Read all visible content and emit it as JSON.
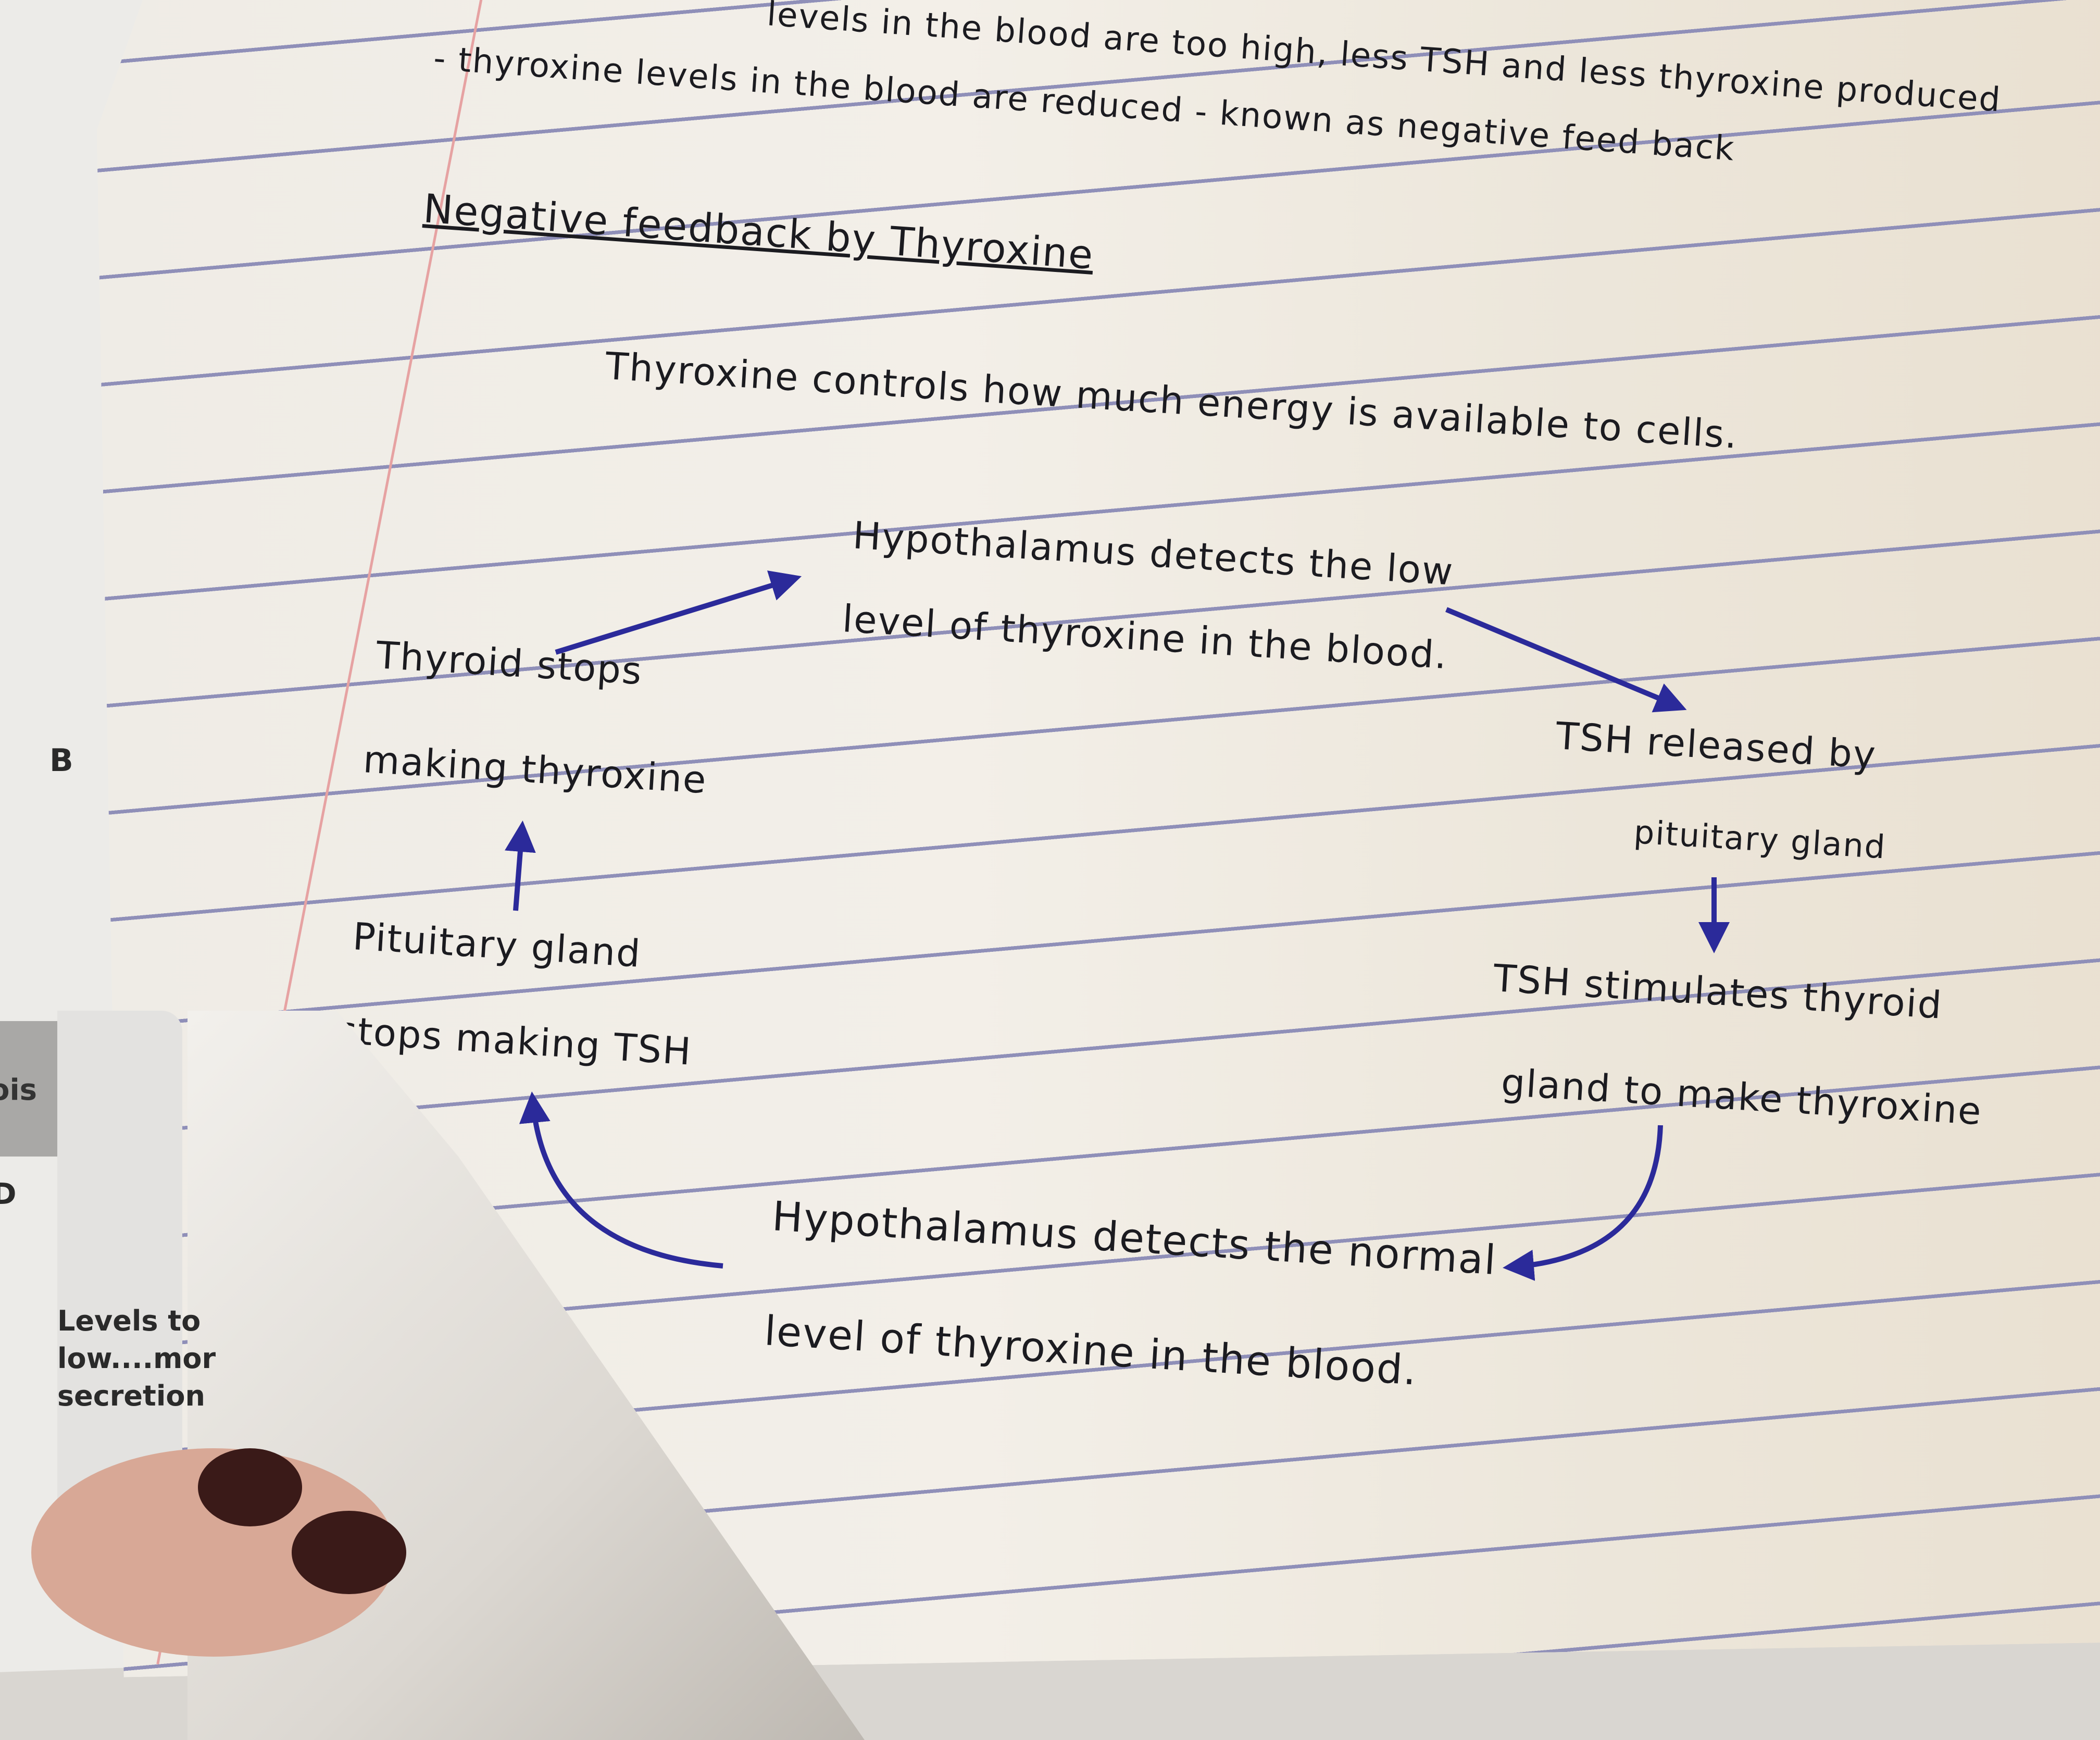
{
  "notes": {
    "top_line_1": "levels in the blood are too high, less TSH and less thyroxine produced",
    "top_line_2": "- thyroxine levels in the blood are reduced - known as negative feed back",
    "title": "Negative feedback by Thyroxine",
    "intro": "Thyroxine controls how much energy is available to cells."
  },
  "cycle": {
    "step_hypothalamus_low": [
      "Hypothalamus detects the low",
      "level of thyroxine in the blood."
    ],
    "step_tsh_released": [
      "TSH released by",
      "pituitary gland"
    ],
    "step_tsh_stimulates": [
      "TSH stimulates thyroid",
      "gland to make thyroxine"
    ],
    "step_hypothalamus_normal": [
      "Hypothalamus detects the normal",
      "level of thyroxine in the blood."
    ],
    "step_pituitary_stops": [
      "Pituitary gland",
      "stops making TSH"
    ],
    "step_thyroid_stops": [
      "Thyroid stops",
      "making thyroxine"
    ]
  },
  "background_print": {
    "letter_b": "B",
    "fragment_ois": "ois",
    "fragment_d": "D",
    "card_lines": [
      "Levels to",
      "low....mor",
      "secretion"
    ]
  },
  "colors": {
    "ink": "#1b1b20",
    "arrow_ink": "#2b2a9a",
    "rule": "#8f8fb8",
    "margin": "#e6a2a2"
  }
}
